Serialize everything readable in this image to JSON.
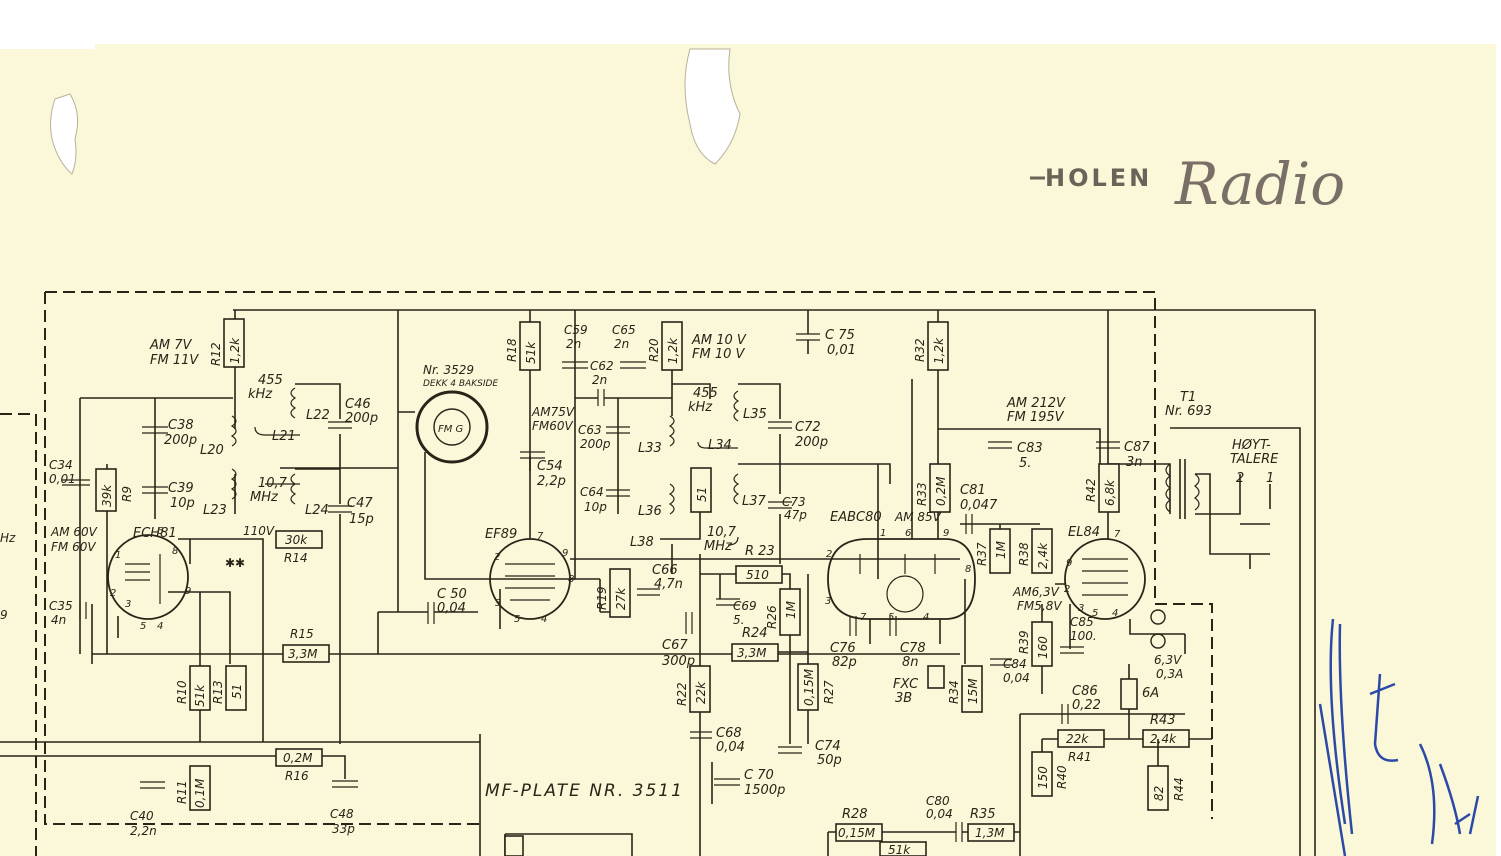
{
  "brand": {
    "holen": "HOLEN",
    "radio": "Radio"
  },
  "board_label": "MF-PLATE NR. 3511",
  "notes": {
    "am7v": "AM 7V",
    "fm11v": "FM 11V",
    "am10v": "AM 10 V",
    "fm10v": "FM 10 V",
    "am75v": "AM75V",
    "fm60v": "FM60V",
    "am60v": "AM 60V",
    "fm60v_b": "FM 60V",
    "am212v": "AM 212V",
    "fm195v": "FM 195V",
    "am85v": "AM 85V",
    "am63v": "AM6,3V",
    "fm58v": "FM5,8V",
    "v110": "110V",
    "k455a": "455",
    "k455a_u": "kHz",
    "k455b": "455",
    "k455b_u": "kHz",
    "m107a": "10,7",
    "m107a_u": "MHz",
    "m107b": "10,7",
    "m107b_u": "MHz",
    "nr3529": "Nr. 3529",
    "dekk": "DEKK 4 BAKSIDE",
    "fmg": "FM G",
    "t1": "T1",
    "t1nr": "Nr. 693",
    "hoyt": "HØYT-",
    "talere": "TALERE",
    "spk2": "2",
    "spk1": "1",
    "v63": "6,3V",
    "a03": "0,3A",
    "f6a": "6A",
    "fxc": "FXC",
    "fxc3b": "3B",
    "hz": "Hz",
    "n9": "9",
    "p1": "1",
    "p2": "2",
    "p3": "3",
    "p4": "4",
    "p5": "5",
    "p6": "6",
    "p7": "7",
    "p8": "8",
    "p9": "9",
    "star": "✱✱"
  },
  "tubes": {
    "ech81": "ECH81",
    "ef89": "EF89",
    "eabc80": "EABC80",
    "el84": "EL84"
  },
  "caps": {
    "c34": "C34",
    "c34v": "0,01",
    "c35": "C35",
    "c35v": "4n",
    "c38": "C38",
    "c38v": "200p",
    "c39": "C39",
    "c39v": "10p",
    "c40": "C40",
    "c40v": "2,2n",
    "c46": "C46",
    "c46v": "200p",
    "c47": "C47",
    "c47v": "15p",
    "c48": "C48",
    "c48v": "33p",
    "c50": "C 50",
    "c50v": "0,04",
    "c54": "C54",
    "c54v": "2,2p",
    "c59": "C59",
    "c59v": "2n",
    "c62": "C62",
    "c62v": "2n",
    "c63": "C63",
    "c63v": "200p",
    "c64": "C64",
    "c64v": "10p",
    "c65": "C65",
    "c65v": "2n",
    "c66": "C66",
    "c66v": "4,7n",
    "c67": "C67",
    "c67v": "300p",
    "c68": "C68",
    "c68v": "0,04",
    "c69": "C69",
    "c69v": "5.",
    "c70": "C 70",
    "c70v": "1500p",
    "c72": "C72",
    "c72v": "200p",
    "c73": "C73",
    "c73v": "47p",
    "c74": "C74",
    "c74v": "50p",
    "c75": "C 75",
    "c75v": "0,01",
    "c76": "C76",
    "c76v": "82p",
    "c78": "C78",
    "c78v": "8n",
    "c80": "C80",
    "c80v": "0,04",
    "c81": "C81",
    "c81v": "0,047",
    "c83": "C83",
    "c83v": "5.",
    "c84": "C84",
    "c84v": "0,04",
    "c85": "C85",
    "c85v": "100.",
    "c86": "C86",
    "c86v": "0,22",
    "c87": "C87",
    "c87v": "3n"
  },
  "resistors": {
    "r9": "R9",
    "r9v": "39k",
    "r10": "R10",
    "r10v": "51k",
    "r11": "R11",
    "r11v": "0,1M",
    "r12": "R12",
    "r12v": "1,2k",
    "r13": "R13",
    "r13v": "51",
    "r14": "R14",
    "r14v": "30k",
    "r15": "R15",
    "r15v": "3,3M",
    "r16": "R16",
    "r16v": "0,2M",
    "r18": "R18",
    "r18v": "51k",
    "r19": "R19",
    "r19v": "27k",
    "r20": "R20",
    "r20v": "1,2k",
    "r22": "R22",
    "r22v": "22k",
    "r23": "R 23",
    "r23v": "510",
    "r24": "R24",
    "r24v": "3,3M",
    "r26": "R26",
    "r26v": "1M",
    "r27": "R27",
    "r27v": "0,15M",
    "r28": "R28",
    "r28v": "0,15M",
    "r32": "R32",
    "r32v": "1,2k",
    "r33": "R33",
    "r33v": "0,2M",
    "r34": "R34",
    "r34v": "15M",
    "r35": "R35",
    "r35v": "1,3M",
    "r37": "R37",
    "r37v": "1M",
    "r38": "R38",
    "r38v": "2,4k",
    "r39": "R39",
    "r39v": "160",
    "r40": "R40",
    "r40v": "150",
    "r41": "R41",
    "r41v": "22k",
    "r42": "R42",
    "r42v": "6,8k",
    "r43": "R43",
    "r43v": "2,4k",
    "r44": "R44",
    "r44v": "82",
    "r51": "51",
    "r51k": "51k"
  },
  "inductors": {
    "l20": "L20",
    "l21": "L21",
    "l22": "L22",
    "l23": "L23",
    "l24": "L24",
    "l33": "L33",
    "l34": "L34",
    "l35": "L35",
    "l36": "L36",
    "l37": "L37",
    "l38": "L38"
  },
  "colors": {
    "paper": "#fbf7d9",
    "ink": "#2a2418",
    "pen": "#2b4aa8",
    "stamp": "#6b6258"
  }
}
